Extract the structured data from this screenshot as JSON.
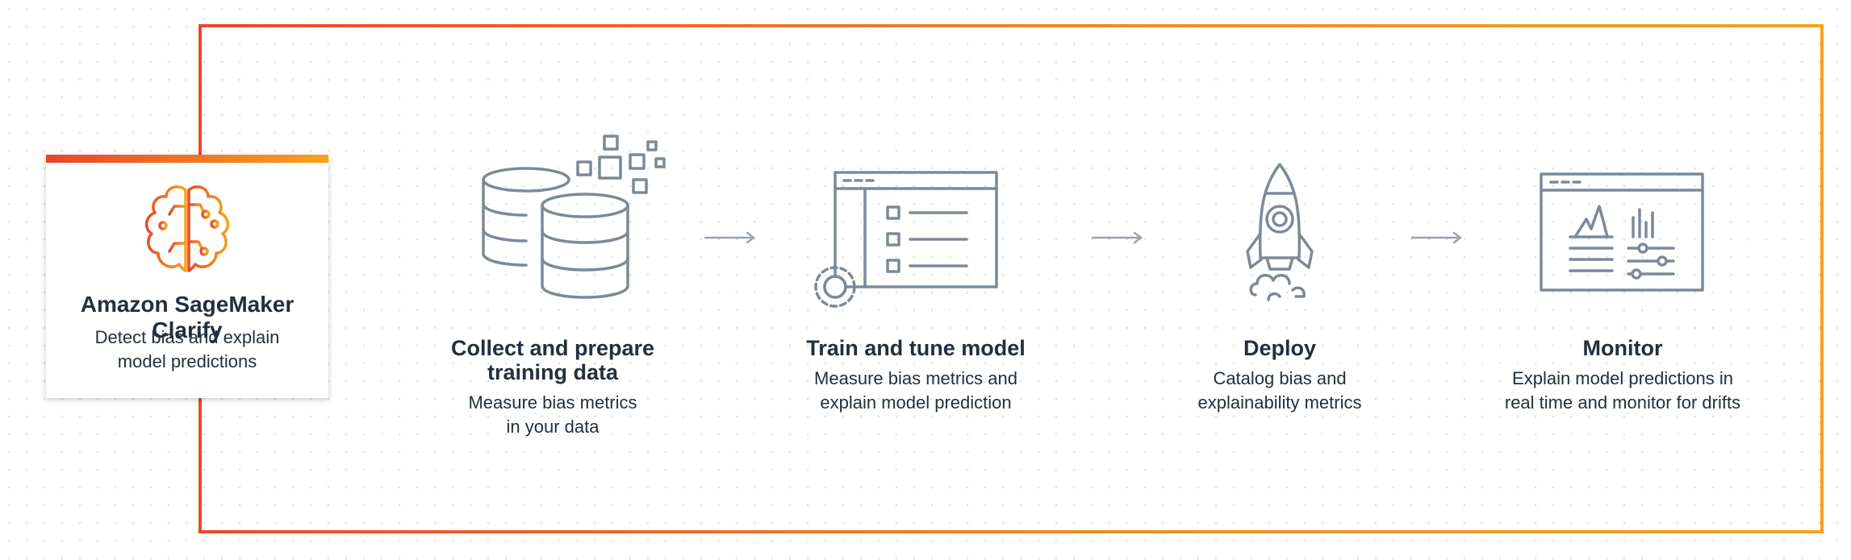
{
  "colors": {
    "accent_start": "#e8492a",
    "accent_end": "#f7a21b",
    "icon_stroke": "#7d8998",
    "text": "#232f3e"
  },
  "card": {
    "icon": "brain-circuit-icon",
    "title": "Amazon SageMaker Clarify",
    "description_line1": "Detect bias and explain",
    "description_line2": "model predictions"
  },
  "steps": [
    {
      "icon": "database-cubes-icon",
      "title_line1": "Collect and prepare",
      "title_line2": "training data",
      "desc_line1": "Measure bias metrics",
      "desc_line2": "in your data"
    },
    {
      "icon": "window-checklist-gear-icon",
      "title_line1": "Train and tune model",
      "desc_line1": "Measure bias metrics and",
      "desc_line2": "explain model prediction"
    },
    {
      "icon": "rocket-icon",
      "title_line1": "Deploy",
      "desc_line1": "Catalog bias and",
      "desc_line2": "explainability metrics"
    },
    {
      "icon": "monitor-dashboard-icon",
      "title_line1": "Monitor",
      "desc_line1": "Explain model predictions in",
      "desc_line2": "real time and monitor for drifts"
    }
  ]
}
